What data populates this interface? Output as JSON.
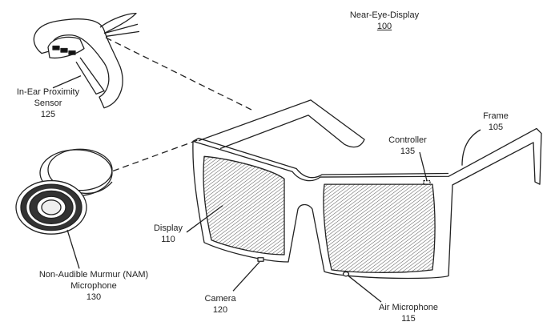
{
  "title": {
    "name": "Near-Eye-Display",
    "ref": "100"
  },
  "labels": {
    "in_ear_sensor": {
      "line1": "In-Ear Proximity",
      "line2": "Sensor",
      "ref": "125"
    },
    "frame": {
      "name": "Frame",
      "ref": "105"
    },
    "controller": {
      "name": "Controller",
      "ref": "135"
    },
    "display": {
      "name": "Display",
      "ref": "110"
    },
    "nam_microphone": {
      "line1": "Non-Audible Murmur (NAM)",
      "line2": "Microphone",
      "ref": "130"
    },
    "camera": {
      "name": "Camera",
      "ref": "120"
    },
    "air_microphone": {
      "name": "Air Microphone",
      "ref": "115"
    }
  },
  "colors": {
    "line": "#222222",
    "background": "#ffffff"
  }
}
